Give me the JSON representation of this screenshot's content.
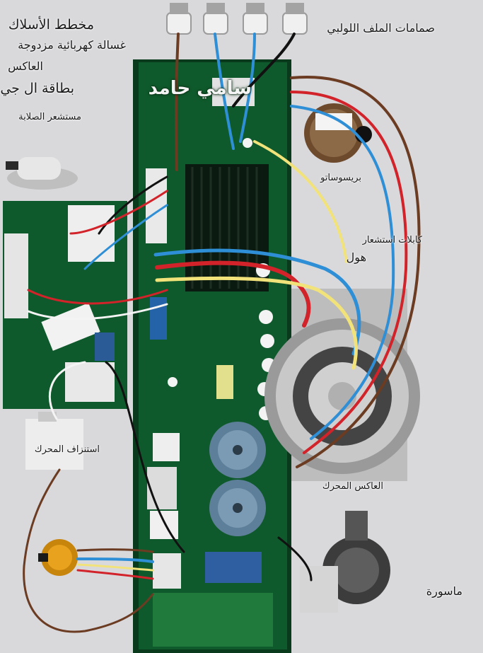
{
  "labels": {
    "diagram_title": "مخطط الأسلاك",
    "machine_type": "غسالة كهربائية مزدوجة",
    "inverter": "العاكس",
    "lg_card": "بطاقة ال جي",
    "watermark": "سامي حامد",
    "solenoid_valves": "صمامات الملف اللولبي",
    "hardness_sensor": "مستشعر الصلابة",
    "pressostat": "بريسوساتو",
    "hall_cables_1": "كابلات استشعار",
    "hall_cables_2": "هول",
    "motor_drain": "استنزاف المحرك",
    "inverter_motor": "العاكس المحرك",
    "drain_pump": "ماسورة"
  },
  "colors": {
    "board_green": "#0f5a2c",
    "board_dark": "#082e17",
    "wire_red": "#d3232a",
    "wire_blue": "#2e8fd6",
    "wire_yellow": "#f2e27a",
    "wire_brown": "#6b3b22",
    "wire_black": "#111111",
    "wire_white": "#f4f4f4",
    "background": "#d9d9dc"
  }
}
